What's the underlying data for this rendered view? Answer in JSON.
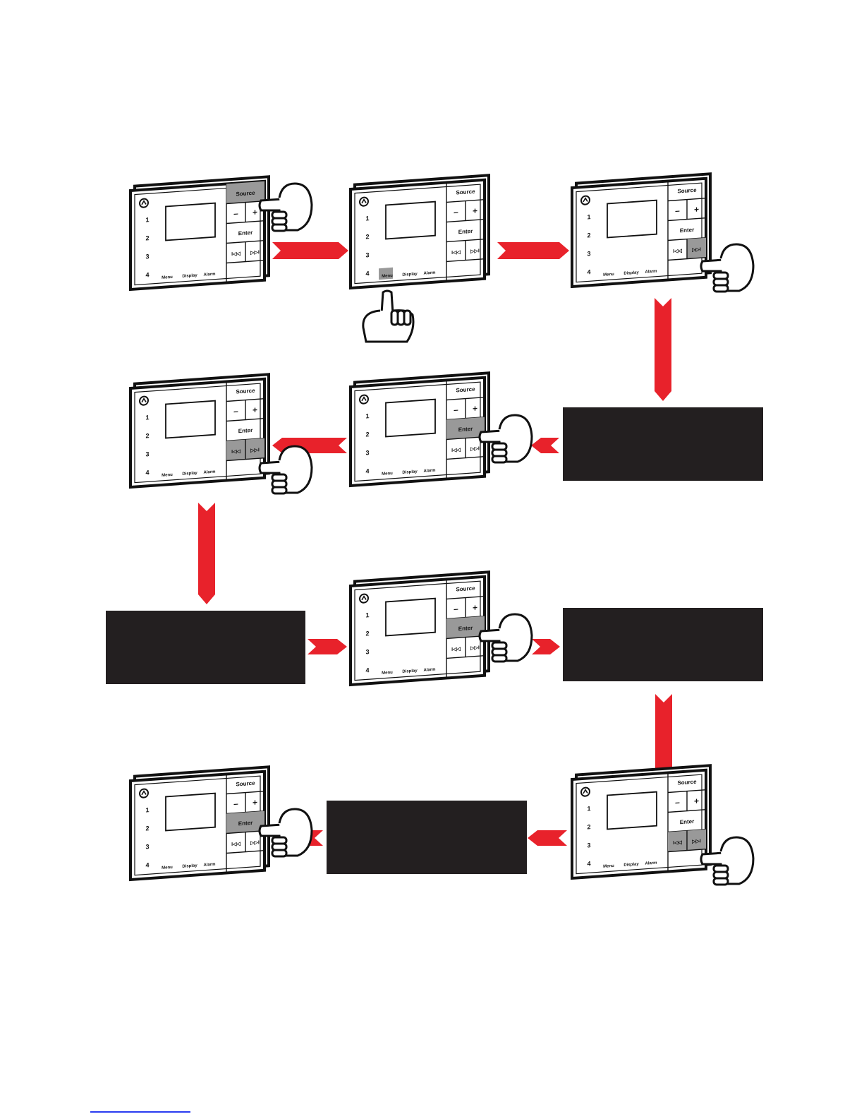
{
  "device": {
    "labels": {
      "source": "Source",
      "minus": "–",
      "plus": "+",
      "enter": "Enter",
      "prev": "I◁◁",
      "next": "▷▷I",
      "menu": "Menu",
      "display": "Display",
      "alarm": "Alarm",
      "presets": [
        "1",
        "2",
        "3",
        "4"
      ]
    }
  },
  "steps": [
    {
      "kind": "device",
      "highlight": "source",
      "hand": "right"
    },
    {
      "kind": "device",
      "highlight": "menu",
      "hand": "bottom"
    },
    {
      "kind": "device",
      "highlight": "next",
      "hand": "right"
    },
    {
      "kind": "screen",
      "text": ""
    },
    {
      "kind": "device",
      "highlight": "enter",
      "hand": "right"
    },
    {
      "kind": "device",
      "highlight": "prev_next",
      "hand": "right"
    },
    {
      "kind": "screen",
      "text": ""
    },
    {
      "kind": "device",
      "highlight": "enter",
      "hand": "right"
    },
    {
      "kind": "screen",
      "text": ""
    },
    {
      "kind": "device",
      "highlight": "prev_next",
      "hand": "right"
    },
    {
      "kind": "screen",
      "text": ""
    },
    {
      "kind": "device",
      "highlight": "enter",
      "hand": "right"
    }
  ],
  "colors": {
    "arrow": "#e8222b",
    "panel": "#231f20",
    "highlight": "#999999",
    "outline": "#111111"
  }
}
